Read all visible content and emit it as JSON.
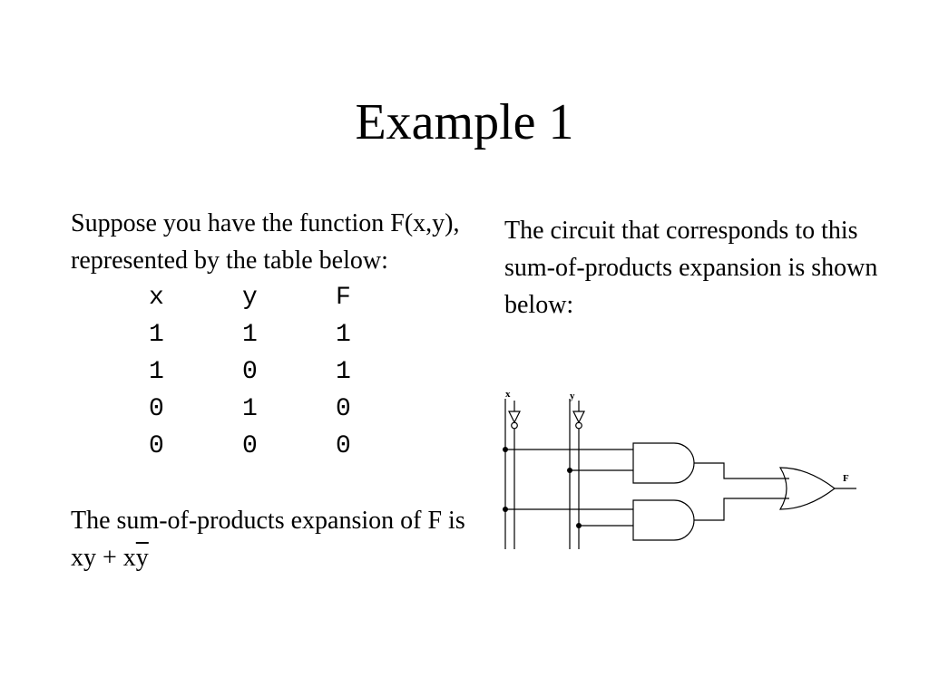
{
  "slide": {
    "title": "Example 1",
    "left_intro": "Suppose you have the function F(x,y), represented by the table below:",
    "table": {
      "headers": [
        "x",
        "y",
        "F"
      ],
      "rows": [
        [
          "1",
          "1",
          "1"
        ],
        [
          "1",
          "0",
          "1"
        ],
        [
          "0",
          "1",
          "0"
        ],
        [
          "0",
          "0",
          "0"
        ]
      ]
    },
    "sop": {
      "prefix": "The sum-of-products expansion of F is xy + x",
      "overlined": "y"
    },
    "right_text": "The circuit that corresponds to this sum-of-products expansion is shown below:",
    "circuit": {
      "input_x": "x",
      "input_y": "y",
      "output": "F"
    }
  }
}
